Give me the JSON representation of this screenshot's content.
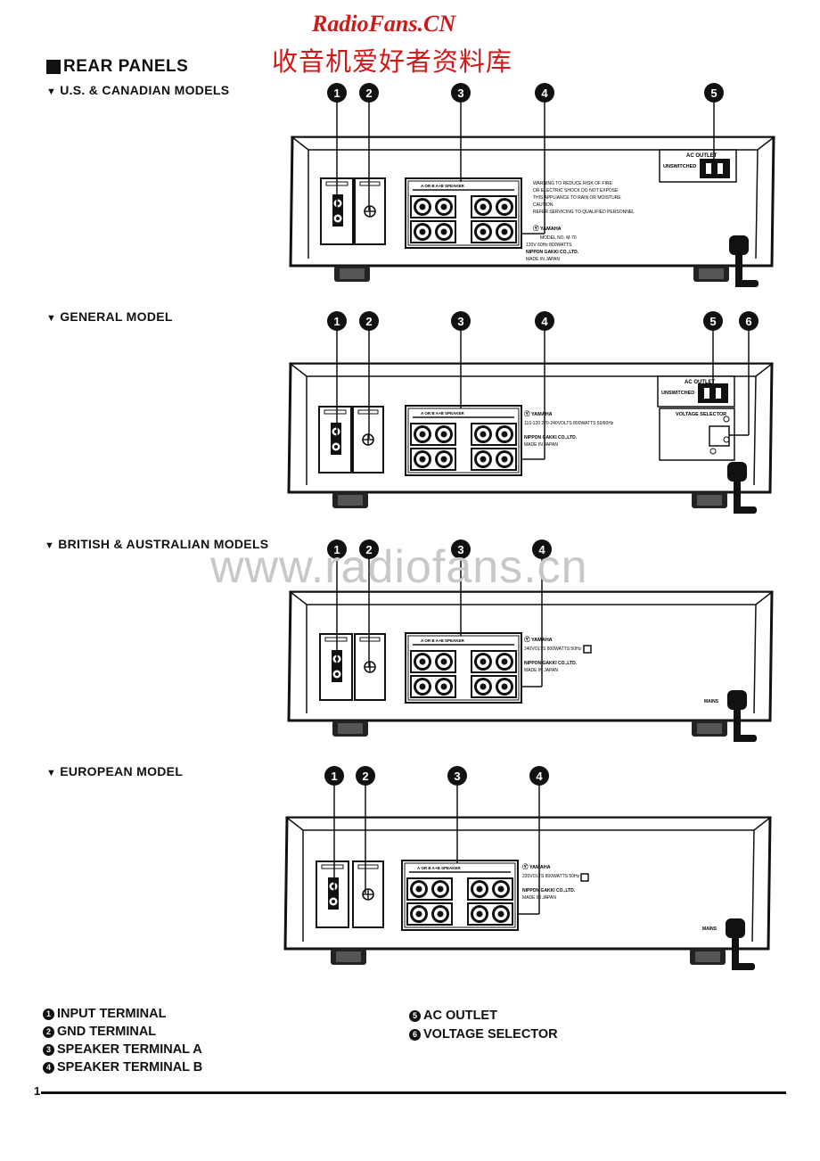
{
  "site_title": "RadioFans.CN",
  "site_subtitle": "收音机爱好者资料库",
  "page_heading": "REAR PANELS",
  "watermark": "www.radiofans.cn",
  "sections": [
    {
      "label": "U.S. & CANADIAN MODELS"
    },
    {
      "label": "GENERAL MODEL"
    },
    {
      "label": "BRITISH & AUSTRALIAN MODELS"
    },
    {
      "label": "EUROPEAN MODEL"
    }
  ],
  "callouts": [
    "1",
    "2",
    "3",
    "4",
    "5",
    "6"
  ],
  "panel_text": {
    "ac_outlet": "AC OUTLET",
    "unswitched": "UNSWITCHED",
    "voltage_selector": "VOLTAGE SELECTOR",
    "yamaha": "YAMAHA",
    "mains": "MAINS",
    "speaker_hdr": "A OR B  A+B SPEAKER",
    "model_us": "MODEL NO. M-70",
    "rating_us": "120V 60Hz 800WATTS",
    "rating_gen": "110-120 220-240VOLTS 800WATTS 50/60Hz",
    "rating_brit": "240VOLTS 800WATTS 50Hz",
    "rating_eu": "220VOLTS 800WATTS 50Hz",
    "maker": "NIPPON GAKKI CO.,LTD.",
    "made_in": "MADE IN JAPAN"
  },
  "legend_left": [
    {
      "num": "1",
      "label": "INPUT TERMINAL"
    },
    {
      "num": "2",
      "label": "GND TERMINAL"
    },
    {
      "num": "3",
      "label": "SPEAKER TERMINAL A"
    },
    {
      "num": "4",
      "label": "SPEAKER TERMINAL B"
    }
  ],
  "legend_right": [
    {
      "num": "5",
      "label": "AC OUTLET"
    },
    {
      "num": "6",
      "label": "VOLTAGE SELECTOR"
    }
  ],
  "page_number": "1"
}
